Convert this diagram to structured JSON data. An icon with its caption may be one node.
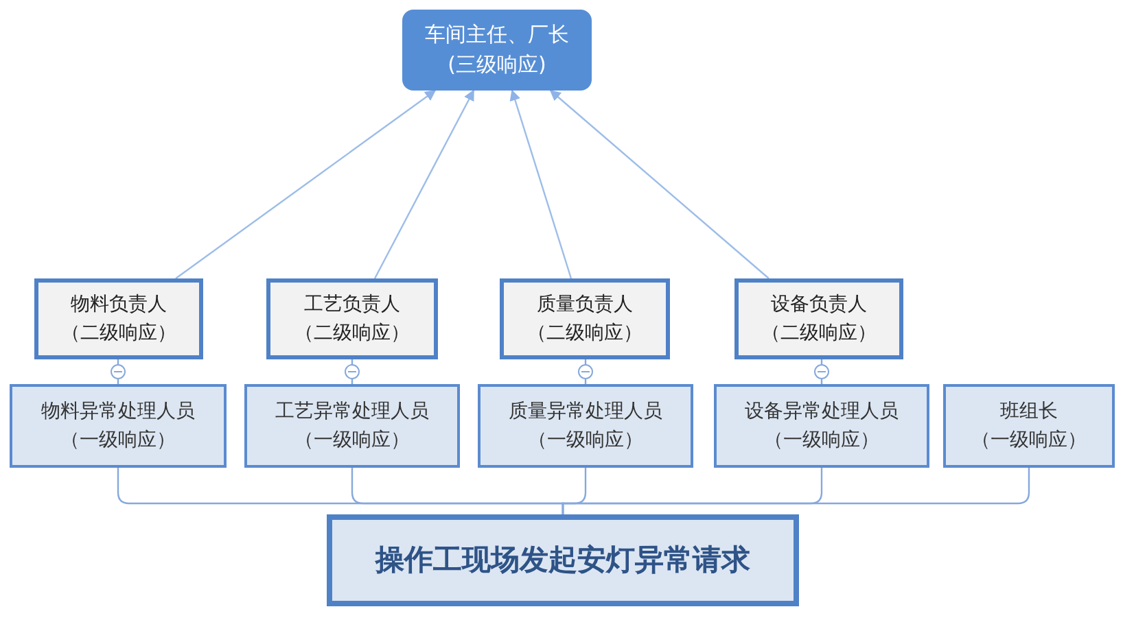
{
  "diagram": {
    "nodes": [
      {
        "text": [
          "车间主任、厂长",
          "(三级响应)"
        ]
      },
      {
        "text": [
          "物料负责人",
          "（二级响应）"
        ]
      },
      {
        "text": [
          "工艺负责人",
          "（二级响应）"
        ]
      },
      {
        "text": [
          "质量负责人",
          "（二级响应）"
        ]
      },
      {
        "text": [
          "设备负责人",
          "（二级响应）"
        ]
      },
      {
        "text": [
          "物料异常处理人员",
          "（一级响应）"
        ]
      },
      {
        "text": [
          "工艺异常处理人员",
          "（一级响应）"
        ]
      },
      {
        "text": [
          "质量异常处理人员",
          "（一级响应）"
        ]
      },
      {
        "text": [
          "设备异常处理人员",
          "（一级响应）"
        ]
      },
      {
        "text": [
          "班组长",
          "（一级响应）"
        ]
      },
      {
        "text": [
          "操作工现场发起安灯异常请求"
        ]
      }
    ],
    "edges": [
      {
        "from": 1,
        "to": 0,
        "arrow": "to"
      },
      {
        "from": 2,
        "to": 0,
        "arrow": "to"
      },
      {
        "from": 3,
        "to": 0,
        "arrow": "to"
      },
      {
        "from": 4,
        "to": 0,
        "arrow": "to"
      },
      {
        "from": 5,
        "to": 1,
        "arrow": "none"
      },
      {
        "from": 6,
        "to": 2,
        "arrow": "none"
      },
      {
        "from": 7,
        "to": 3,
        "arrow": "none"
      },
      {
        "from": 8,
        "to": 4,
        "arrow": "none"
      },
      {
        "from": 10,
        "to": 5,
        "arrow": "none"
      },
      {
        "from": 10,
        "to": 6,
        "arrow": "none"
      },
      {
        "from": 10,
        "to": 7,
        "arrow": "none"
      },
      {
        "from": 10,
        "to": 8,
        "arrow": "none"
      },
      {
        "from": 10,
        "to": 9,
        "arrow": "none"
      }
    ]
  }
}
